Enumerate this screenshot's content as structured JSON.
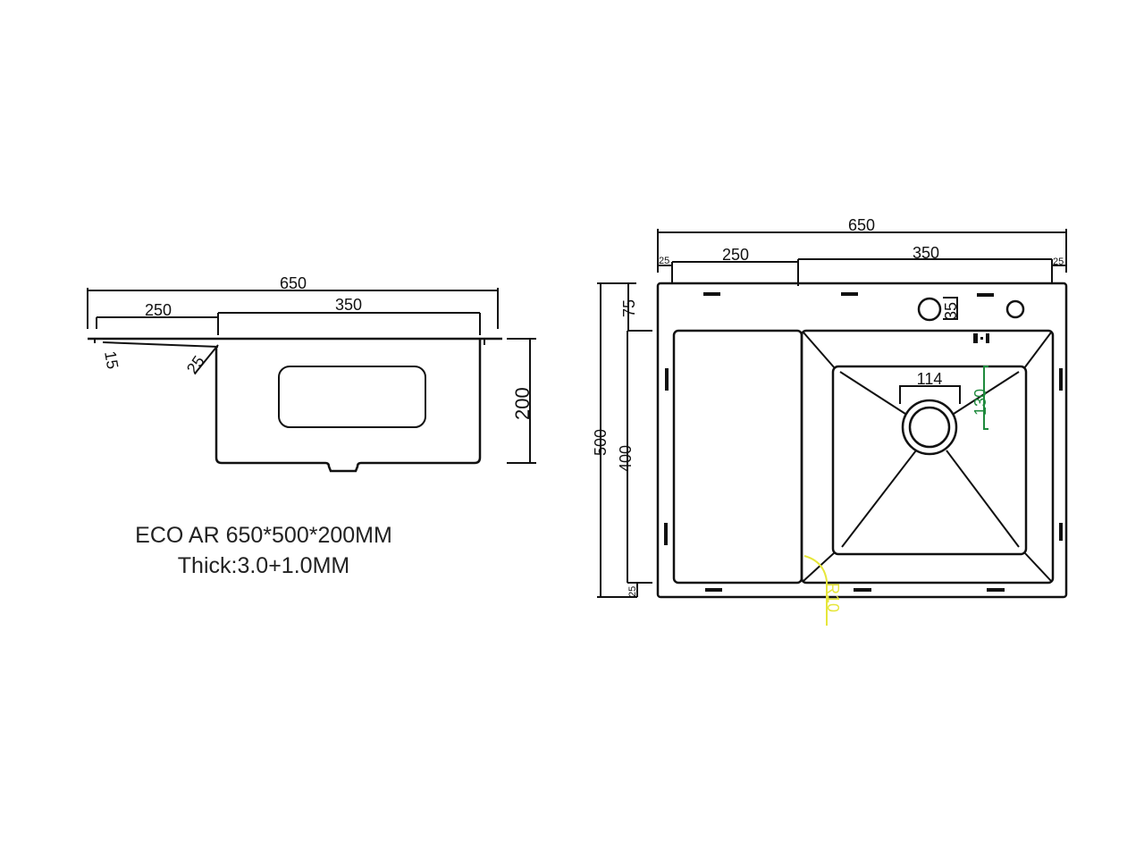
{
  "side_view": {
    "dims": {
      "overall_width": "650",
      "drainboard": "250",
      "bowl": "350",
      "slope": "15",
      "angle": "25",
      "depth": "200"
    }
  },
  "top_view": {
    "dims": {
      "overall_width": "650",
      "drainboard": "250",
      "bowl": "350",
      "edge_left": "25",
      "edge_right": "25",
      "overall_depth": "500",
      "back_ledge": "75",
      "bowl_depth": "400",
      "front_edge": "25",
      "tap_hole": "35",
      "drain": "114",
      "drain_offset": "130",
      "corner_radius": "R10"
    }
  },
  "caption": {
    "model": "ECO AR 650*500*200MM",
    "thickness": "Thick:3.0+1.0MM"
  },
  "colors": {
    "line": "#111111",
    "green_dim": "#1e8a3c",
    "yellow_dim": "#e6e63a"
  }
}
